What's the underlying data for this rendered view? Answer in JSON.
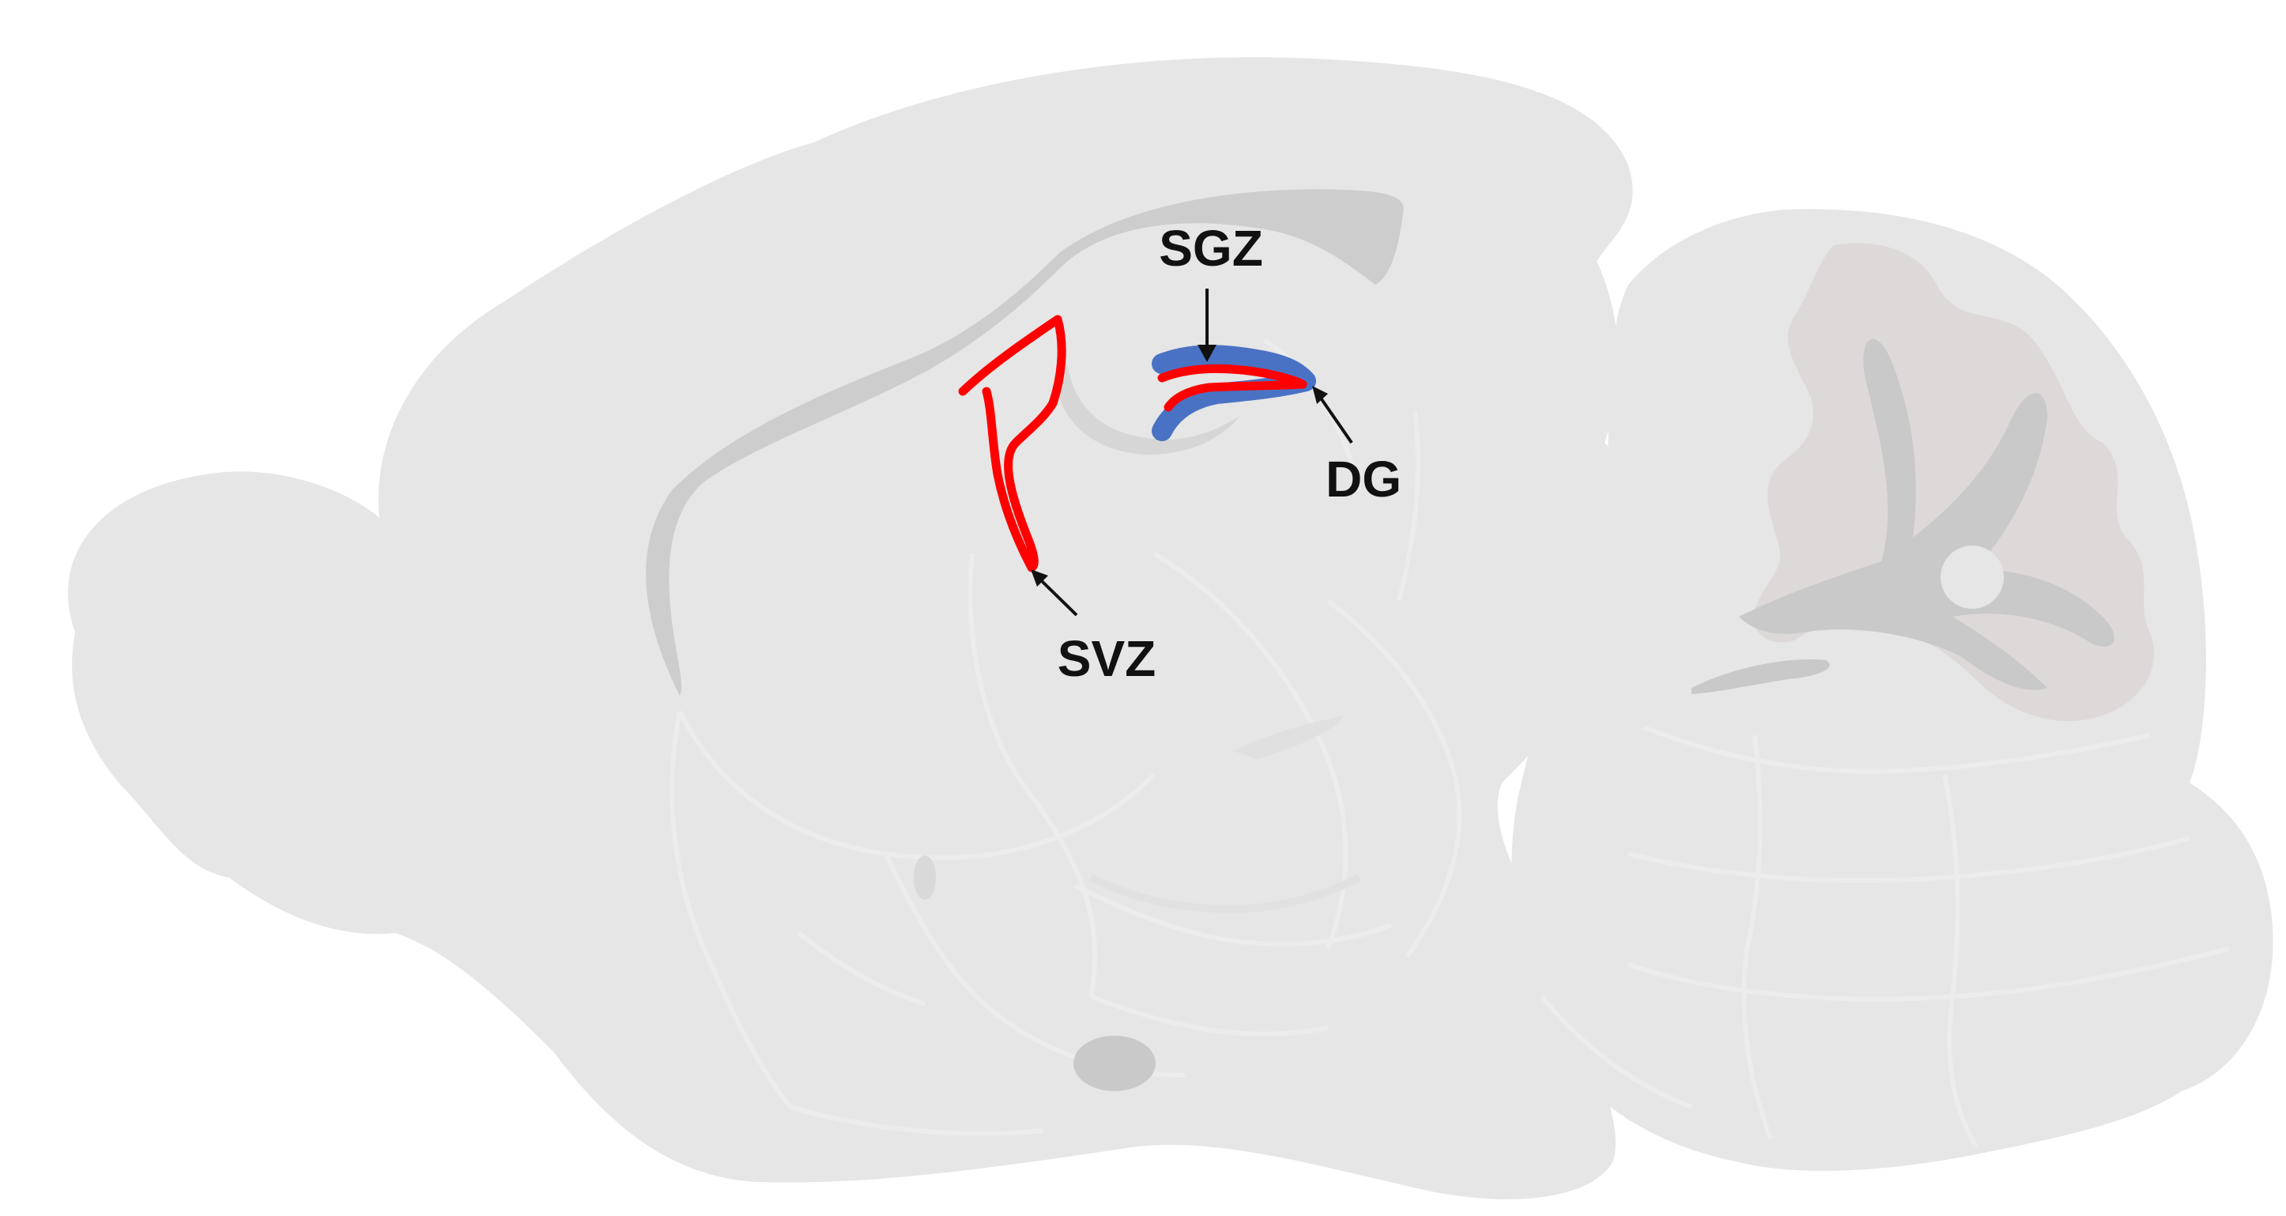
{
  "labels": {
    "sgz": "SGZ",
    "dg": "DG",
    "svz": "SVZ"
  },
  "colors": {
    "background": "#ffffff",
    "brain_tissue": "#e6e6e6",
    "brain_outline": "#ededed",
    "ventricle": "#cdcdcd",
    "cerebellum_folia": "#ded9d9",
    "niche_svz_sgz": "#ff0000",
    "dentate_gyrus": "#4a72c4",
    "text": "#111111",
    "arrow": "#111111"
  }
}
